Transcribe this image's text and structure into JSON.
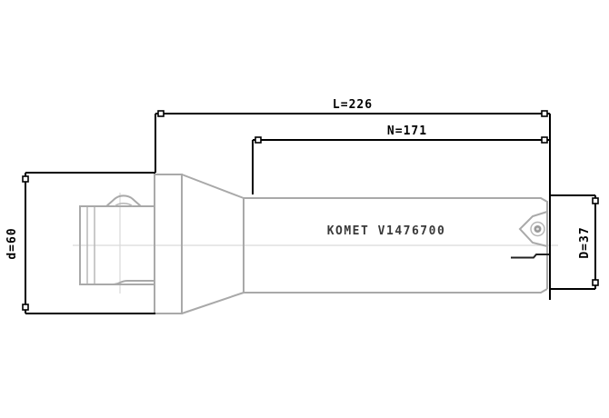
{
  "drawing": {
    "type": "technical-drawing",
    "part_label": "KOMET V1476700",
    "dimensions": {
      "total_length": "L=226",
      "usable_length": "N=171",
      "shank_diameter": "d=60",
      "cutting_diameter": "D=37"
    },
    "colors": {
      "background": "#ffffff",
      "part_outline": "#a9a9a9",
      "centerline": "#d9d9d9",
      "dimension_lines": "#000000",
      "part_label_text": "#3a3a3a"
    }
  }
}
